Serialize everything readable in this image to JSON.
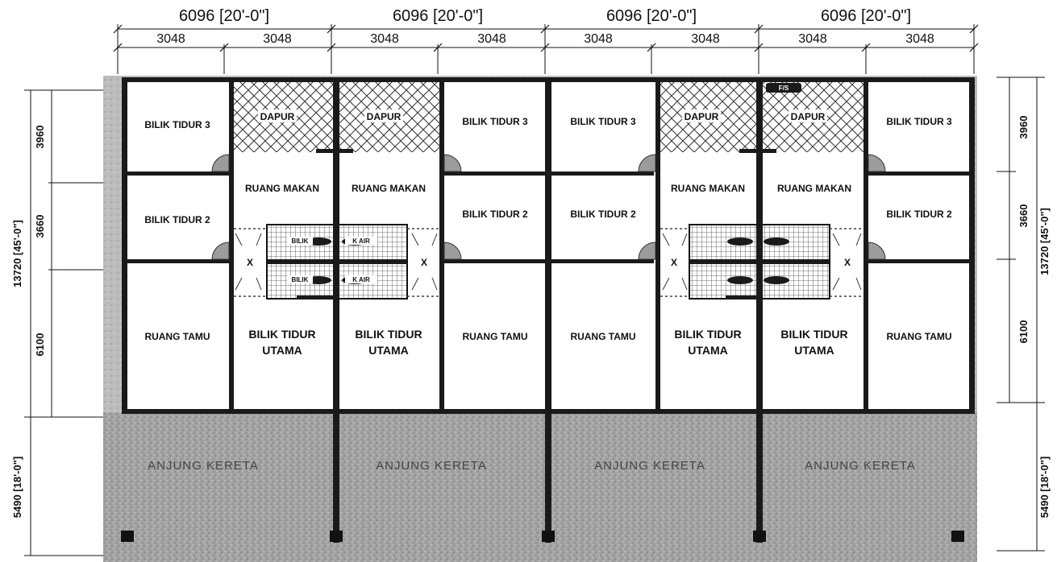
{
  "dimensions": {
    "top_unit": "6096 [20'-0\"]",
    "sub_unit": "3048",
    "left_total": "13720 [45'-0\"]",
    "right_total": "13720 [45'-0\"]",
    "row_1": "3960",
    "row_2": "3660",
    "row_3": "6100",
    "porch_depth": "5490 [18'-0\"]"
  },
  "rooms": {
    "bedroom_3": "BILIK TIDUR 3",
    "bedroom_2": "BILIK TIDUR 2",
    "kitchen": "DAPUR",
    "dining": "RUANG MAKAN",
    "living": "RUANG TAMU",
    "master_line1": "BILIK TIDUR",
    "master_line2": "UTAMA",
    "bathroom_a": "BILIK AIR",
    "bathroom_b": "BILIK AIR",
    "bath_cut_a": "BILIK",
    "bath_cut_b": "K AIR",
    "porch": "ANJUNG KERETA",
    "passage_mark": "X",
    "tag": "F/S"
  },
  "colors": {
    "wall": "#1a1a1a",
    "porch_fill": "#9a9a9a",
    "site_fill": "#b4b4b4"
  },
  "icons": {
    "door_swing": "door-swing-icon",
    "hatch": "kitchen-hatch-pattern",
    "toilet": "toilet-icon",
    "column": "column-icon"
  }
}
